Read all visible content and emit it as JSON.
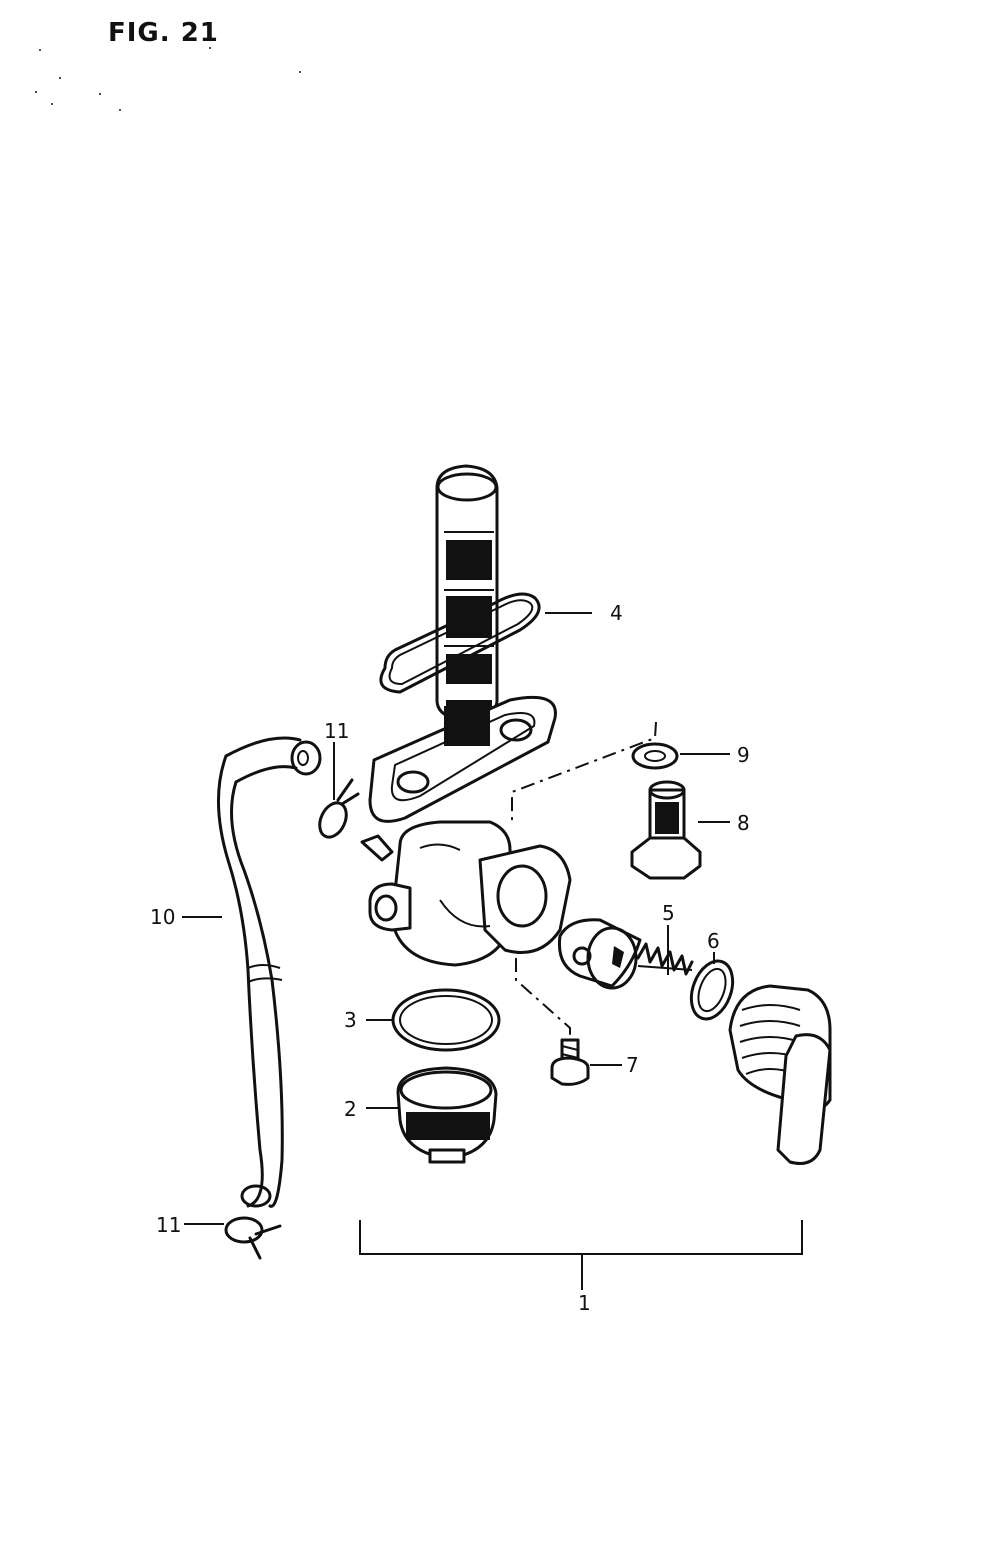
{
  "figure": {
    "title": "FIG. 21"
  },
  "callouts": [
    {
      "id": "c1",
      "label": "1"
    },
    {
      "id": "c2",
      "label": "2"
    },
    {
      "id": "c3",
      "label": "3"
    },
    {
      "id": "c4",
      "label": "4"
    },
    {
      "id": "c5",
      "label": "5"
    },
    {
      "id": "c6",
      "label": "6"
    },
    {
      "id": "c7",
      "label": "7"
    },
    {
      "id": "c8",
      "label": "8"
    },
    {
      "id": "c9",
      "label": "9"
    },
    {
      "id": "c10",
      "label": "10"
    },
    {
      "id": "c11a",
      "label": "11"
    },
    {
      "id": "c11b",
      "label": "11"
    }
  ]
}
